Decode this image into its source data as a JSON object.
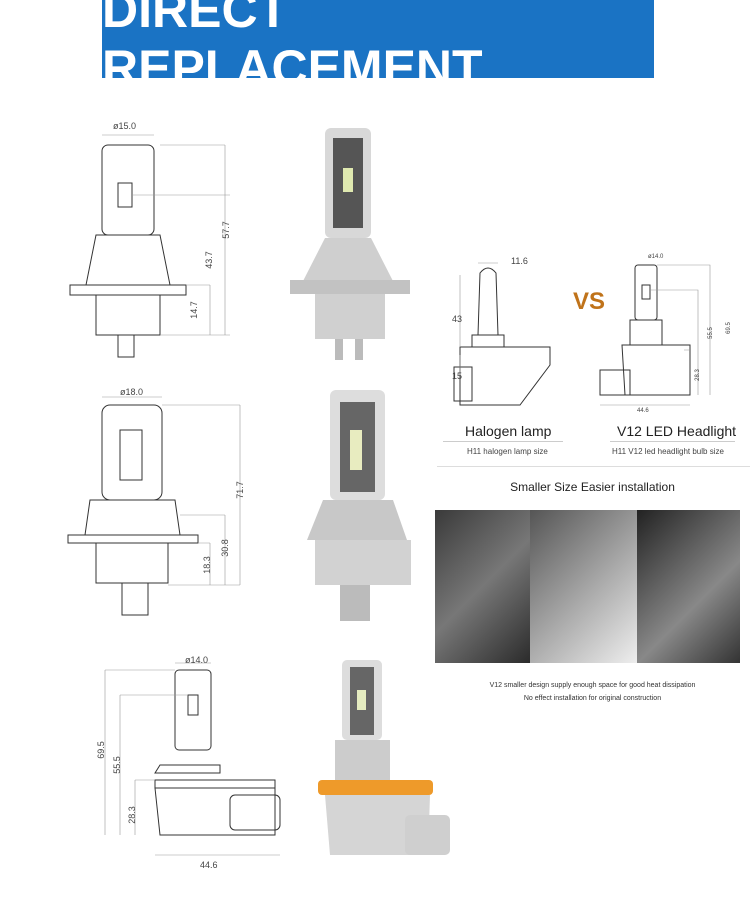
{
  "banner": {
    "title": "DIRECT REPLACEMENT",
    "color": "#1a73c4"
  },
  "drawings": [
    {
      "type": "H7",
      "dims": [
        "ø15.0",
        "57.7",
        "43.7",
        "14.7"
      ]
    },
    {
      "type": "H4",
      "dims": [
        "ø18.0",
        "71.7",
        "30.8",
        "18.3"
      ]
    },
    {
      "type": "H11",
      "dims": [
        "ø14.0",
        "69.5",
        "55.5",
        "28.3",
        "44.6"
      ]
    }
  ],
  "comparison": {
    "vs": "VS",
    "vs_color": "#c0731a",
    "halogen": {
      "title": "Halogen lamp",
      "subtitle": "H11 halogen lamp size",
      "dims": [
        "11.6",
        "43",
        "15"
      ]
    },
    "led": {
      "title": "V12 LED Headlight",
      "subtitle": "H11 V12 led headlight bulb size",
      "dims": [
        "ø14.0",
        "55.5",
        "69.5",
        "28.3",
        "44.6"
      ]
    }
  },
  "installation": {
    "title": "Smaller Size Easier installation",
    "line1": "V12 smaller design supply enough space for good heat dissipation",
    "line2": "No effect installation for original construction"
  }
}
